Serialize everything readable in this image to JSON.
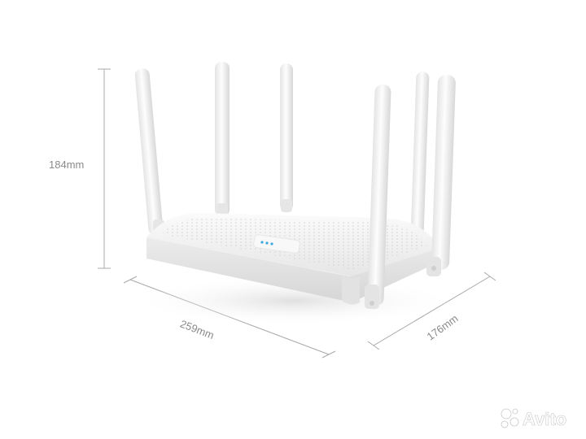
{
  "dimensions": {
    "height": "184mm",
    "width": "259mm",
    "depth": "176mm"
  },
  "watermark": {
    "text": "Avito"
  },
  "colors": {
    "device_body": "#f4f4f4",
    "device_shadow": "#dcdcdc",
    "dimension_line": "#a8a8a8",
    "dimension_text": "#8a8a8a",
    "watermark": "#ffffff",
    "indicator": "#3da8e0"
  }
}
